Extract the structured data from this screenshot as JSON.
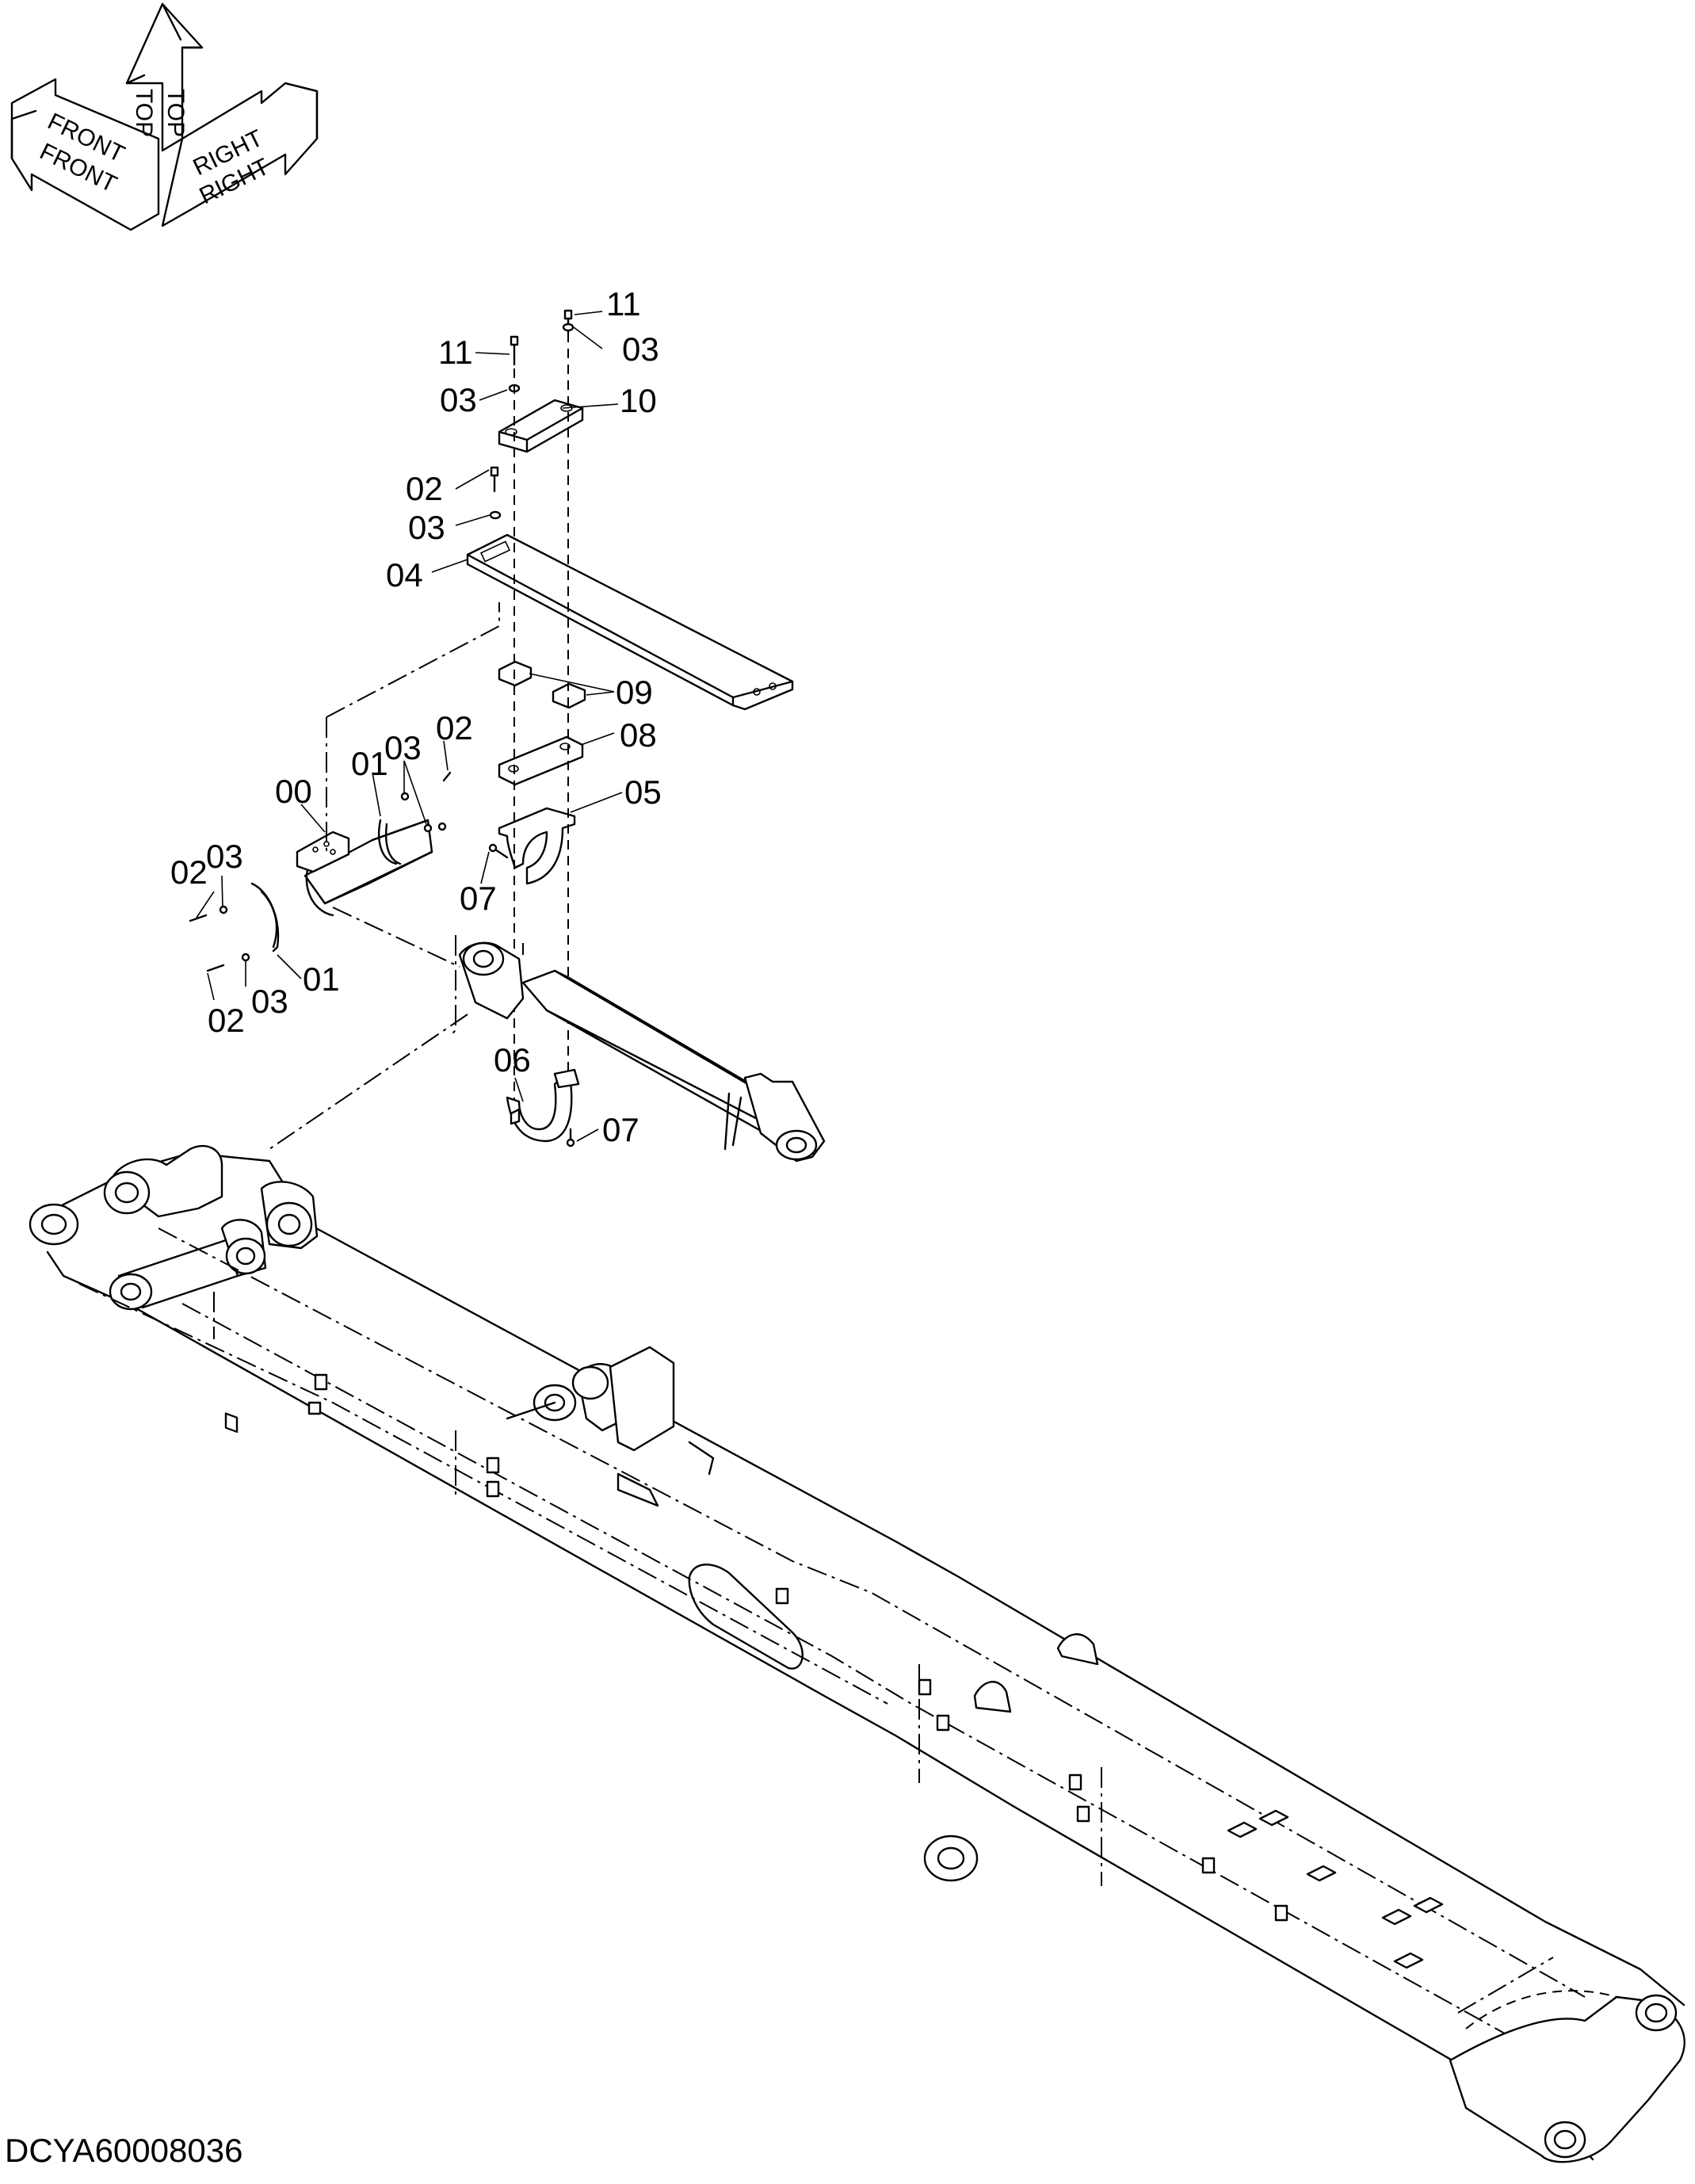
{
  "orientation": {
    "front_label": "FRONT",
    "top_label": "TOP",
    "right_label": "RIGHT"
  },
  "callouts": {
    "p00": "00",
    "p01a": "01",
    "p01b": "01",
    "p02a": "02",
    "p02b": "02",
    "p02c": "02",
    "p02d": "02",
    "p03a": "03",
    "p03b": "03",
    "p03c": "03",
    "p03d": "03",
    "p03e": "03",
    "p03f": "03",
    "p04": "04",
    "p05": "05",
    "p06": "06",
    "p07a": "07",
    "p07b": "07",
    "p08": "08",
    "p09": "09",
    "p10": "10",
    "p11a": "11",
    "p11b": "11"
  },
  "document_id": "DCYA60008036"
}
